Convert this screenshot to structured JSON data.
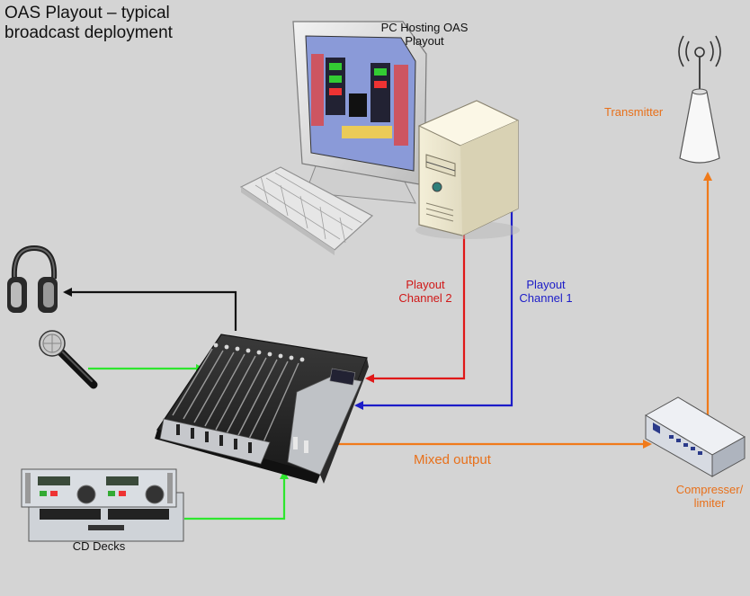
{
  "title_lines": [
    "OAS Playout – typical",
    "broadcast deployment"
  ],
  "labels": {
    "pc_line1": "PC Hosting OAS",
    "pc_line2": "Playout",
    "transmitter": "Transmitter",
    "playout_ch2_line1": "Playout",
    "playout_ch2_line2": "Channel 2",
    "playout_ch1_line1": "Playout",
    "playout_ch1_line2": "Channel 1",
    "mixed_output": "Mixed output",
    "compressor_line1": "Compresser/",
    "compressor_line2": "limiter",
    "cd_decks": "CD Decks"
  },
  "colors": {
    "background": "#d4d4d4",
    "black_line": "#111111",
    "green_line": "#2ee62e",
    "red_line": "#e01818",
    "blue_line": "#1c1cc8",
    "orange_line": "#f07a1a",
    "orange_text": "#e8701a",
    "red_text": "#d01818",
    "blue_text": "#1c1cc8"
  },
  "icons": [
    "monitor-icon",
    "keyboard-icon",
    "pc-tower-icon",
    "transmitter-icon",
    "headphones-icon",
    "microphone-icon",
    "mixer-icon",
    "cd-decks-icon",
    "compressor-icon"
  ]
}
